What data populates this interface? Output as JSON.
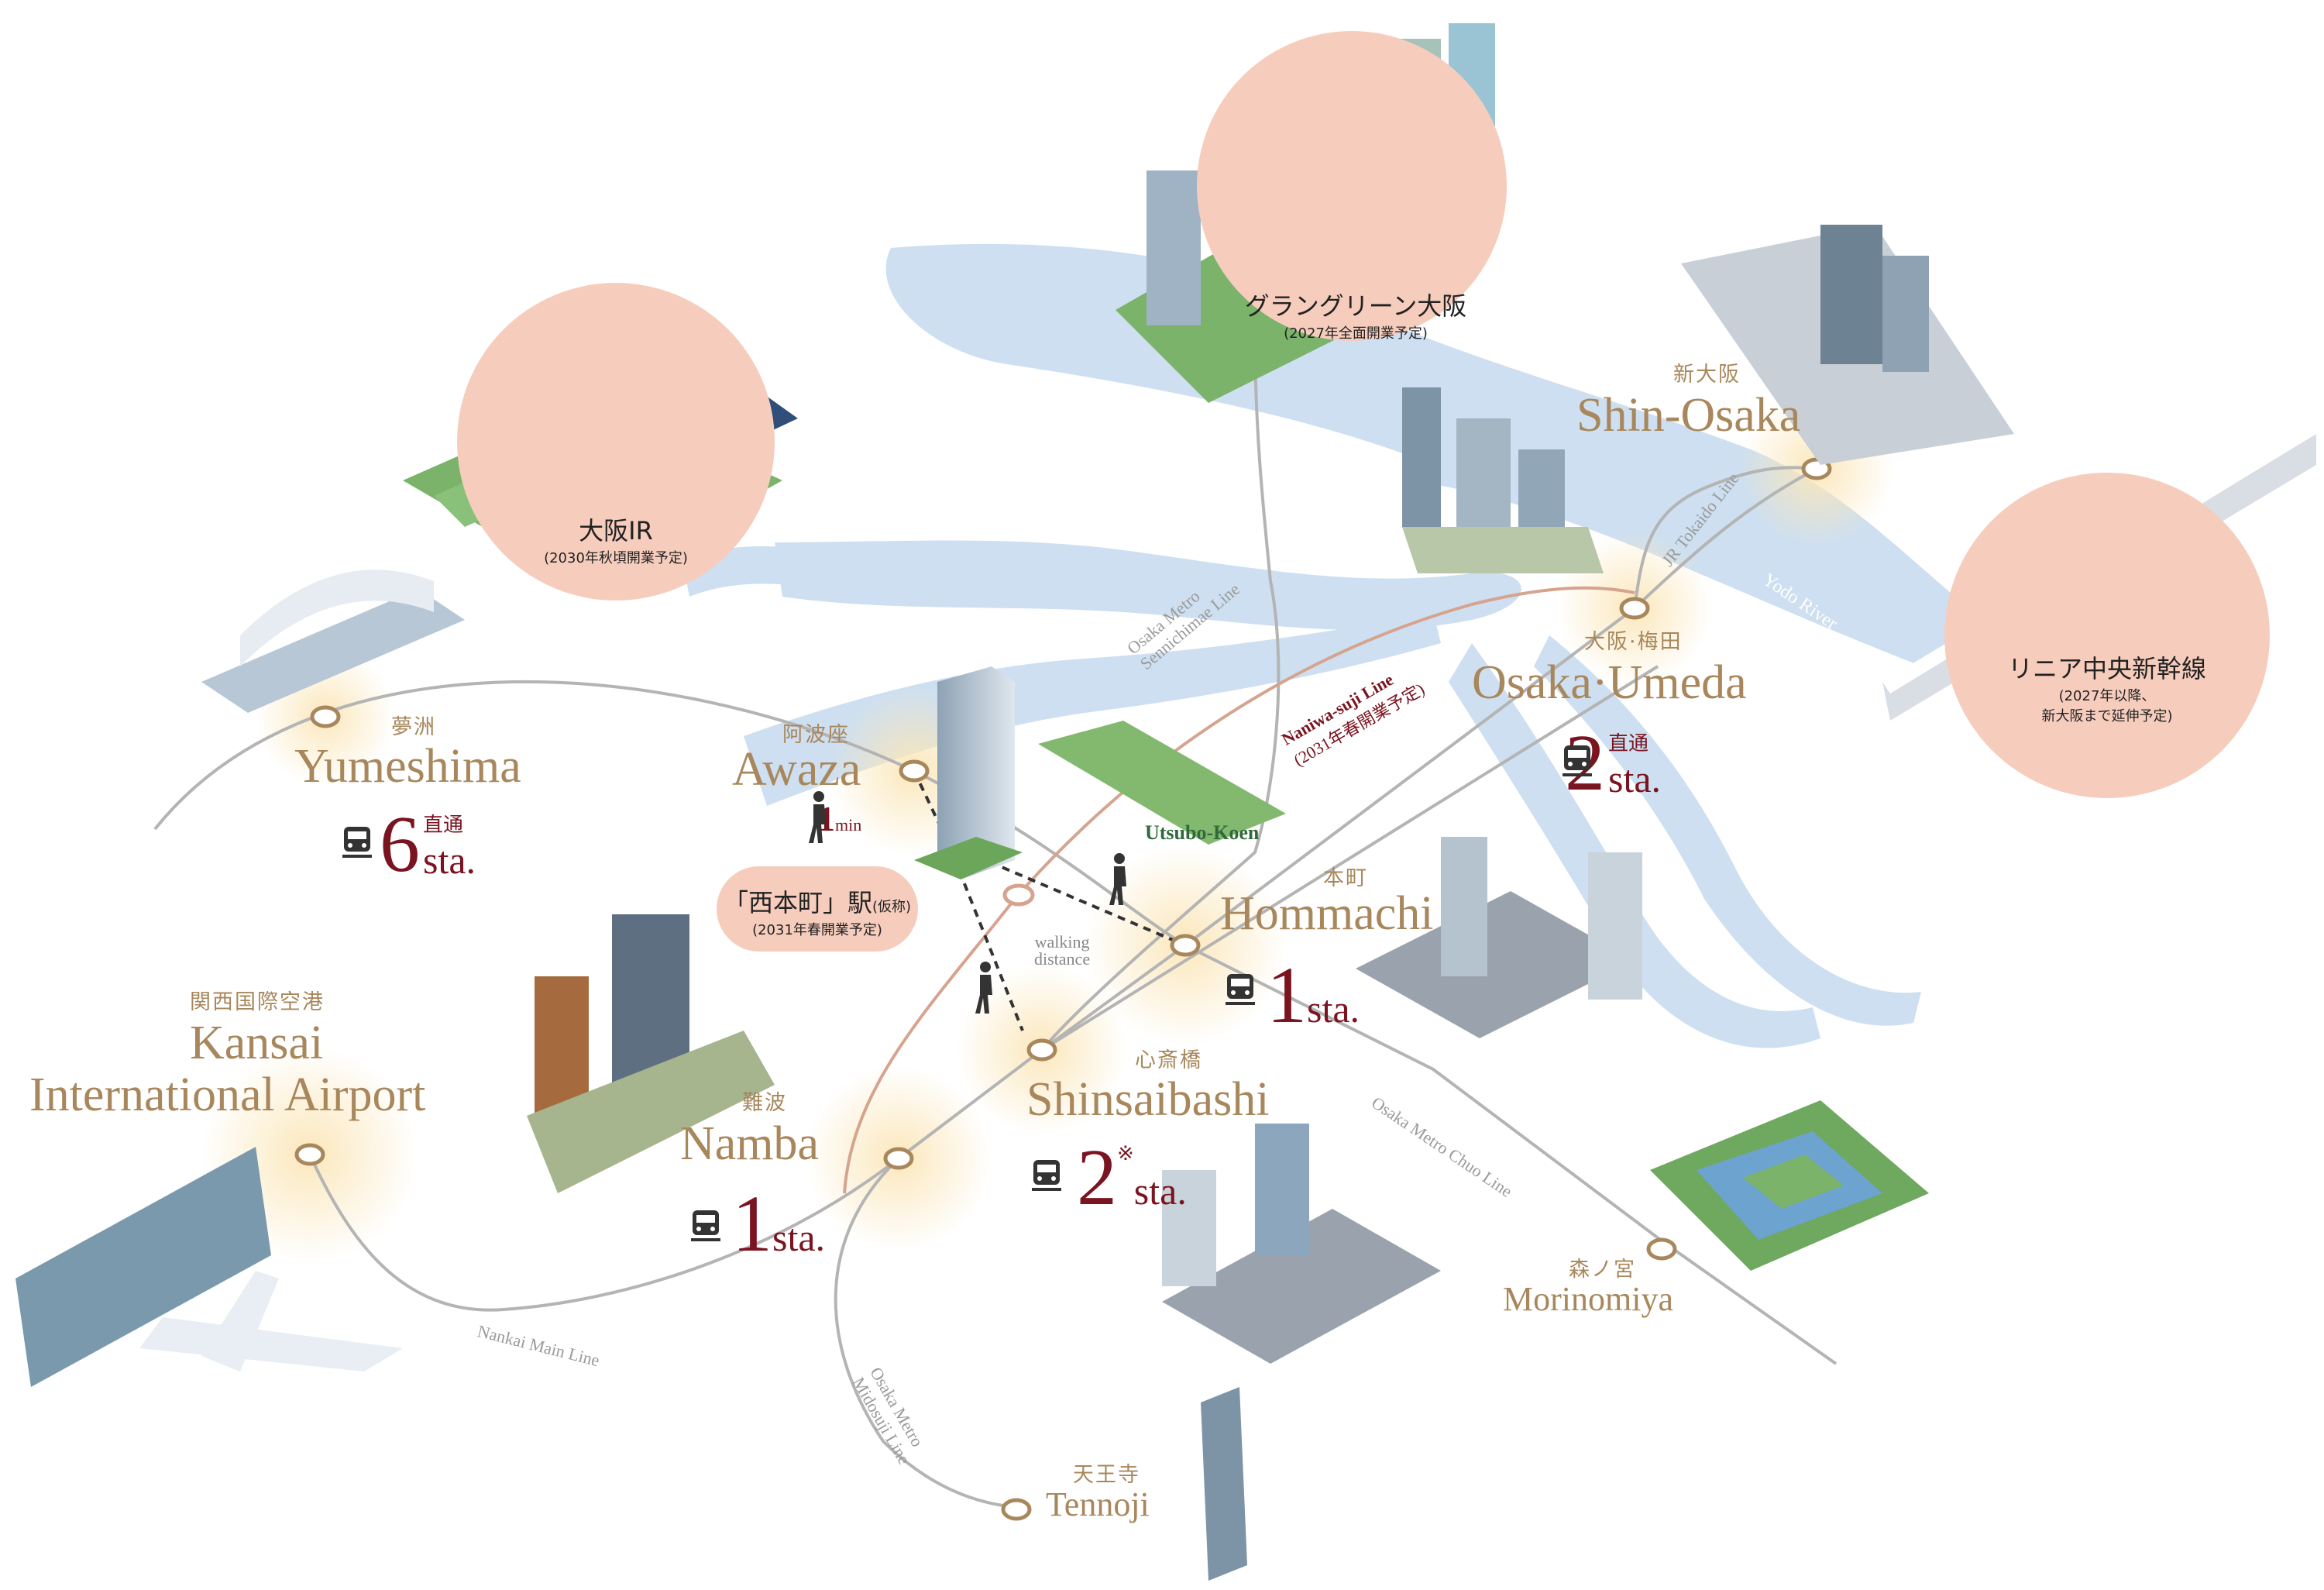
{
  "stations": {
    "shin_osaka": {
      "jp": "新大阪",
      "en": "Shin-Osaka"
    },
    "osaka_umeda": {
      "jp": "大阪·梅田",
      "en": "Osaka·Umeda",
      "count": "2",
      "unit": "sta.",
      "note": "直通"
    },
    "yumeshima": {
      "jp": "夢洲",
      "en": "Yumeshima",
      "count": "6",
      "unit": "sta.",
      "note": "直通"
    },
    "awaza": {
      "jp": "阿波座",
      "en": "Awaza",
      "walk_num": "1",
      "walk_unit": "min"
    },
    "hommachi": {
      "jp": "本町",
      "en": "Hommachi",
      "count": "1",
      "unit": "sta."
    },
    "kansai": {
      "jp": "関西国際空港",
      "en_line1": "Kansai",
      "en_line2": "International Airport"
    },
    "namba": {
      "jp": "難波",
      "en": "Namba",
      "count": "1",
      "unit": "sta."
    },
    "shinsaibashi": {
      "jp": "心斎橋",
      "en": "Shinsaibashi",
      "count": "2",
      "unit": "sta.",
      "mark": "※"
    },
    "morinomiya": {
      "jp": "森ノ宮",
      "en": "Morinomiya"
    },
    "tennoji": {
      "jp": "天王寺",
      "en": "Tennoji"
    }
  },
  "landmarks": {
    "osaka_ir": {
      "title": "大阪IR",
      "sub": "(2030年秋頃開業予定)"
    },
    "grand_green": {
      "title": "グラングリーン大阪",
      "sub": "(2027年全面開業予定)"
    },
    "linear": {
      "title": "リニア中央新幹線",
      "sub1": "(2027年以降、",
      "sub2": "新大阪まで延伸予定)"
    },
    "nishihonmachi": {
      "title": "「西本町」駅",
      "title_small": "(仮称)",
      "sub": "(2031年春開業予定)"
    },
    "utsubo": {
      "name": "Utsubo-Koen"
    }
  },
  "walking": {
    "line1": "walking",
    "line2": "distance"
  },
  "lines": {
    "sennichimae": {
      "line1": "Osaka Metro",
      "line2": "Sennichimae Line"
    },
    "tokaido": "JR Tokaido Line",
    "naniwa": {
      "line1": "Naniwa-suji Line",
      "line2": "(2031年春開業予定)"
    },
    "chuo": "Osaka Metro Chuo Line",
    "nankai": "Nankai Main Line",
    "midosuji": {
      "line1": "Osaka Metro",
      "line2": "Midosuji Line"
    }
  },
  "river": "Yodo River",
  "colors": {
    "gold": "#a8875c",
    "crimson": "#7a1420",
    "bubble": "#f6cdbd",
    "river": "#c8dcef",
    "line": "#aaaaaa",
    "naniwa": "#d6a48e"
  }
}
